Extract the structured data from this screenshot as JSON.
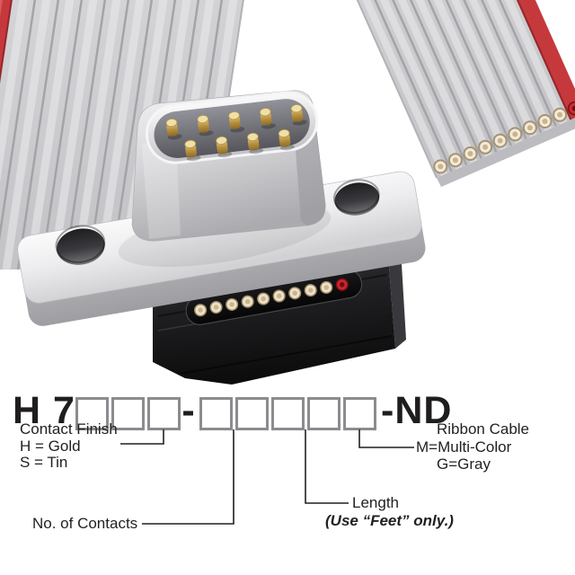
{
  "part_number": {
    "prefix": "H 7",
    "group_separator": "-",
    "suffix": "-ND",
    "box_count_group1": 3,
    "box_count_group2": 5
  },
  "callouts": {
    "contact_finish": {
      "title": "Contact Finish",
      "option1": "H = Gold",
      "option2": "S = Tin"
    },
    "contacts": {
      "label": "No. of Contacts"
    },
    "length": {
      "label": "Length",
      "note": "(Use “Feet” only.)"
    },
    "ribbon_cable": {
      "title": "Ribbon Cable",
      "option1": "M=Multi-Color",
      "option2": "G=Gray"
    }
  },
  "photo": {
    "description": "Gray ribbon cable with red edge stripe passing through a 9-position male D-sub IDC connector with white mounting flange, gold pins and black insulation-displacement body",
    "colors": {
      "ribbon_gray": "#cfcfd2",
      "red_stripe": "#c5393c",
      "flange_white": "#ececee",
      "pin_gold": "#c09a48",
      "idc_black": "#1d1d1f"
    }
  },
  "style": {
    "text_color": "#231f20",
    "box_border_color": "#8a8c8f",
    "background": "#ffffff"
  }
}
